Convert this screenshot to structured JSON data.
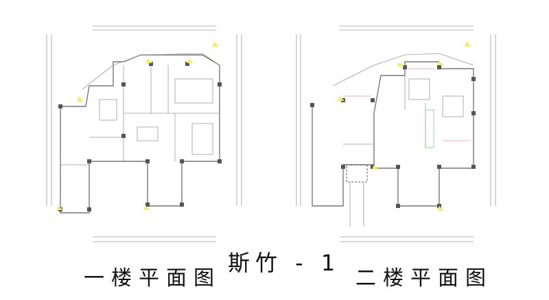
{
  "title": "斯竹 - 1",
  "plans": [
    {
      "caption": "一楼平面图"
    },
    {
      "caption": "二楼平面图"
    }
  ],
  "colors": {
    "wall": "#9a9a9a",
    "column": "#555555",
    "light": "#f3ee6a",
    "dim": "#e06060"
  }
}
